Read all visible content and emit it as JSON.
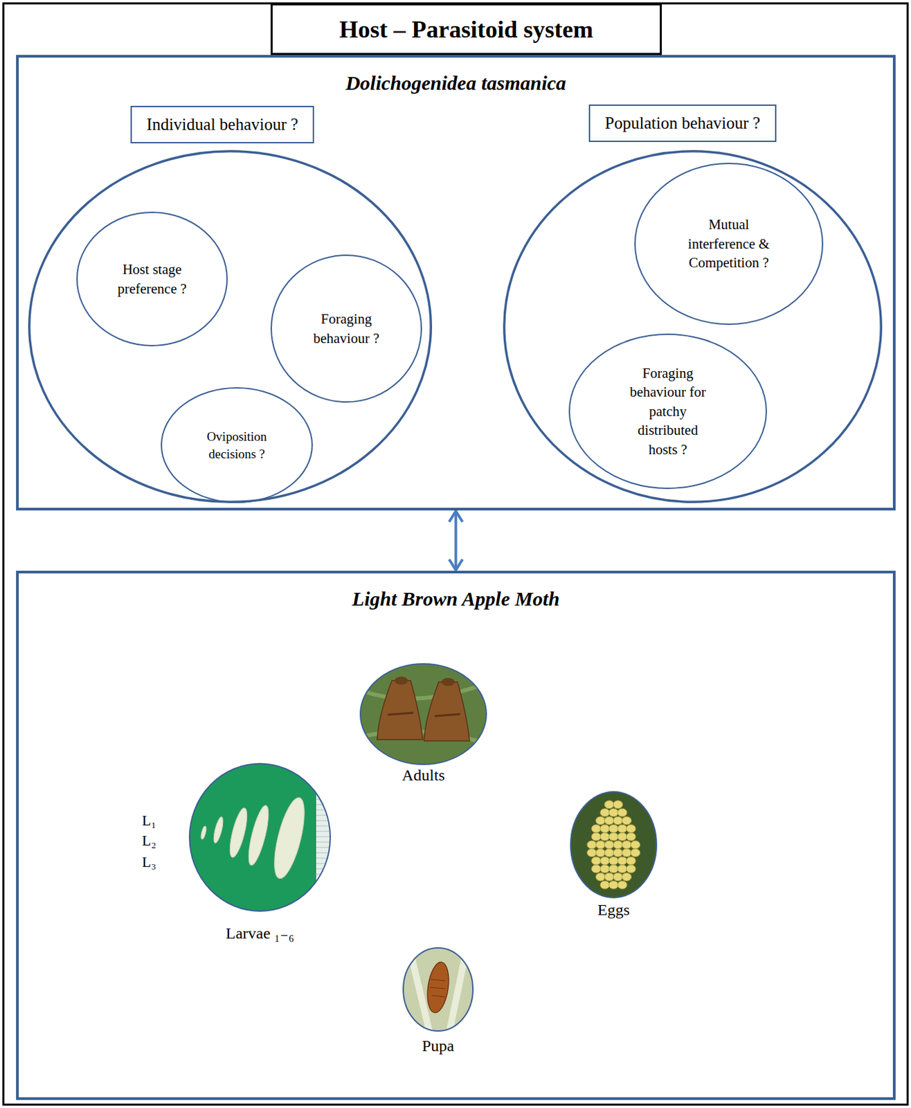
{
  "diagram": {
    "title": "Host – Parasitoid system",
    "nodes": [
      {
        "text": [
          "Dolichogenidea tasmanica"
        ]
      },
      {
        "text": [
          "Individual behaviour ?"
        ],
        "in": 0
      },
      {
        "text": [
          "Host stage preference ?"
        ],
        "in": 1
      },
      {
        "text": [
          "Foraging behaviour ?"
        ],
        "in": 1
      },
      {
        "text": [
          "Oviposition decisions ?"
        ],
        "in": 1
      },
      {
        "text": [
          "Population behaviour ?"
        ],
        "in": 0
      },
      {
        "text": [
          "Mutual interference & Competition ?"
        ],
        "in": 5
      },
      {
        "text": [
          "Foraging behaviour for patchy distributed hosts ?"
        ],
        "in": 5
      },
      {
        "text": [
          "Light Brown Apple Moth"
        ]
      },
      {
        "text": [
          "Adults"
        ],
        "in": 8
      },
      {
        "text": [
          "Eggs"
        ],
        "in": 8
      },
      {
        "text": [
          "Pupa"
        ],
        "in": 8
      },
      {
        "text": [
          "Larvae ₁₋₆"
        ],
        "in": 8
      }
    ],
    "edges": [
      {
        "from": 2,
        "to": 3,
        "arrow": "both"
      },
      {
        "from": 2,
        "to": 4,
        "arrow": "both"
      },
      {
        "from": 4,
        "to": 3,
        "arrow": "both"
      },
      {
        "from": 0,
        "to": 8,
        "arrow": "both"
      },
      {
        "from": 9,
        "to": 10,
        "arrow": "both"
      },
      {
        "from": 9,
        "to": 12,
        "arrow": "both"
      },
      {
        "from": 12,
        "to": 11,
        "arrow": "both"
      },
      {
        "from": 11,
        "to": 10,
        "arrow": "both"
      }
    ],
    "labels": [
      "L₁",
      "L₂",
      "L₃"
    ]
  }
}
